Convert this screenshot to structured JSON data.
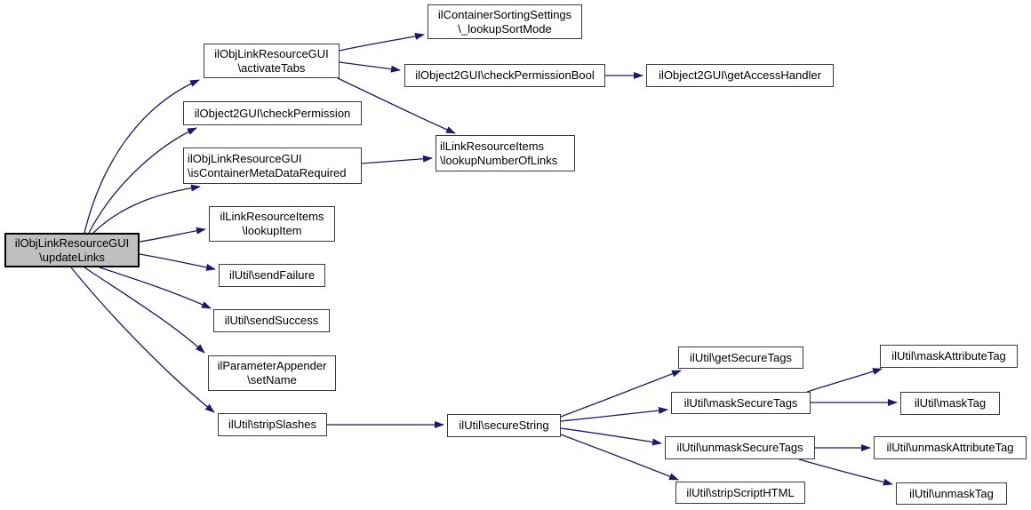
{
  "diagram": {
    "type": "call-graph",
    "root_function": "ilObjLinkResourceGUI\\updateLinks",
    "colors": {
      "edge": "#191970",
      "node_border": "#3a3a3a",
      "node_fill": "#ffffff",
      "root_fill": "#bfbfbf",
      "background": "#ffffff",
      "text": "#000000"
    },
    "nodes": [
      {
        "id": "updateLinks",
        "label": "ilObjLinkResourceGUI\n\\updateLinks"
      },
      {
        "id": "activateTabs",
        "label": "ilObjLinkResourceGUI\n\\activateTabs"
      },
      {
        "id": "lookupSortMode",
        "label": "ilContainerSortingSettings\n\\_lookupSortMode"
      },
      {
        "id": "checkPermissionBool",
        "label": "ilObject2GUI\\checkPermissionBool"
      },
      {
        "id": "getAccessHandler",
        "label": "ilObject2GUI\\getAccessHandler"
      },
      {
        "id": "checkPermission",
        "label": "ilObject2GUI\\checkPermission"
      },
      {
        "id": "isContainerMetaDataRequired",
        "label": "ilObjLinkResourceGUI\n\\isContainerMetaDataRequired"
      },
      {
        "id": "lookupNumberOfLinks",
        "label": "ilLinkResourceItems\n\\lookupNumberOfLinks"
      },
      {
        "id": "lookupItem",
        "label": "ilLinkResourceItems\n\\lookupItem"
      },
      {
        "id": "sendFailure",
        "label": "ilUtil\\sendFailure"
      },
      {
        "id": "sendSuccess",
        "label": "ilUtil\\sendSuccess"
      },
      {
        "id": "setName",
        "label": "ilParameterAppender\n\\setName"
      },
      {
        "id": "stripSlashes",
        "label": "ilUtil\\stripSlashes"
      },
      {
        "id": "secureString",
        "label": "ilUtil\\secureString"
      },
      {
        "id": "getSecureTags",
        "label": "ilUtil\\getSecureTags"
      },
      {
        "id": "maskSecureTags",
        "label": "ilUtil\\maskSecureTags"
      },
      {
        "id": "unmaskSecureTags",
        "label": "ilUtil\\unmaskSecureTags"
      },
      {
        "id": "stripScriptHTML",
        "label": "ilUtil\\stripScriptHTML"
      },
      {
        "id": "maskAttributeTag",
        "label": "ilUtil\\maskAttributeTag"
      },
      {
        "id": "maskTag",
        "label": "ilUtil\\maskTag"
      },
      {
        "id": "unmaskAttributeTag",
        "label": "ilUtil\\unmaskAttributeTag"
      },
      {
        "id": "unmaskTag",
        "label": "ilUtil\\unmaskTag"
      }
    ],
    "edges": [
      {
        "from": "updateLinks",
        "to": "activateTabs"
      },
      {
        "from": "updateLinks",
        "to": "checkPermission"
      },
      {
        "from": "updateLinks",
        "to": "isContainerMetaDataRequired"
      },
      {
        "from": "updateLinks",
        "to": "lookupItem"
      },
      {
        "from": "updateLinks",
        "to": "sendFailure"
      },
      {
        "from": "updateLinks",
        "to": "sendSuccess"
      },
      {
        "from": "updateLinks",
        "to": "setName"
      },
      {
        "from": "updateLinks",
        "to": "stripSlashes"
      },
      {
        "from": "activateTabs",
        "to": "lookupSortMode"
      },
      {
        "from": "activateTabs",
        "to": "checkPermissionBool"
      },
      {
        "from": "activateTabs",
        "to": "lookupNumberOfLinks"
      },
      {
        "from": "checkPermissionBool",
        "to": "getAccessHandler"
      },
      {
        "from": "isContainerMetaDataRequired",
        "to": "lookupNumberOfLinks"
      },
      {
        "from": "stripSlashes",
        "to": "secureString"
      },
      {
        "from": "secureString",
        "to": "getSecureTags"
      },
      {
        "from": "secureString",
        "to": "maskSecureTags"
      },
      {
        "from": "secureString",
        "to": "unmaskSecureTags"
      },
      {
        "from": "secureString",
        "to": "stripScriptHTML"
      },
      {
        "from": "maskSecureTags",
        "to": "maskAttributeTag"
      },
      {
        "from": "maskSecureTags",
        "to": "maskTag"
      },
      {
        "from": "unmaskSecureTags",
        "to": "unmaskAttributeTag"
      },
      {
        "from": "unmaskSecureTags",
        "to": "unmaskTag"
      }
    ]
  }
}
